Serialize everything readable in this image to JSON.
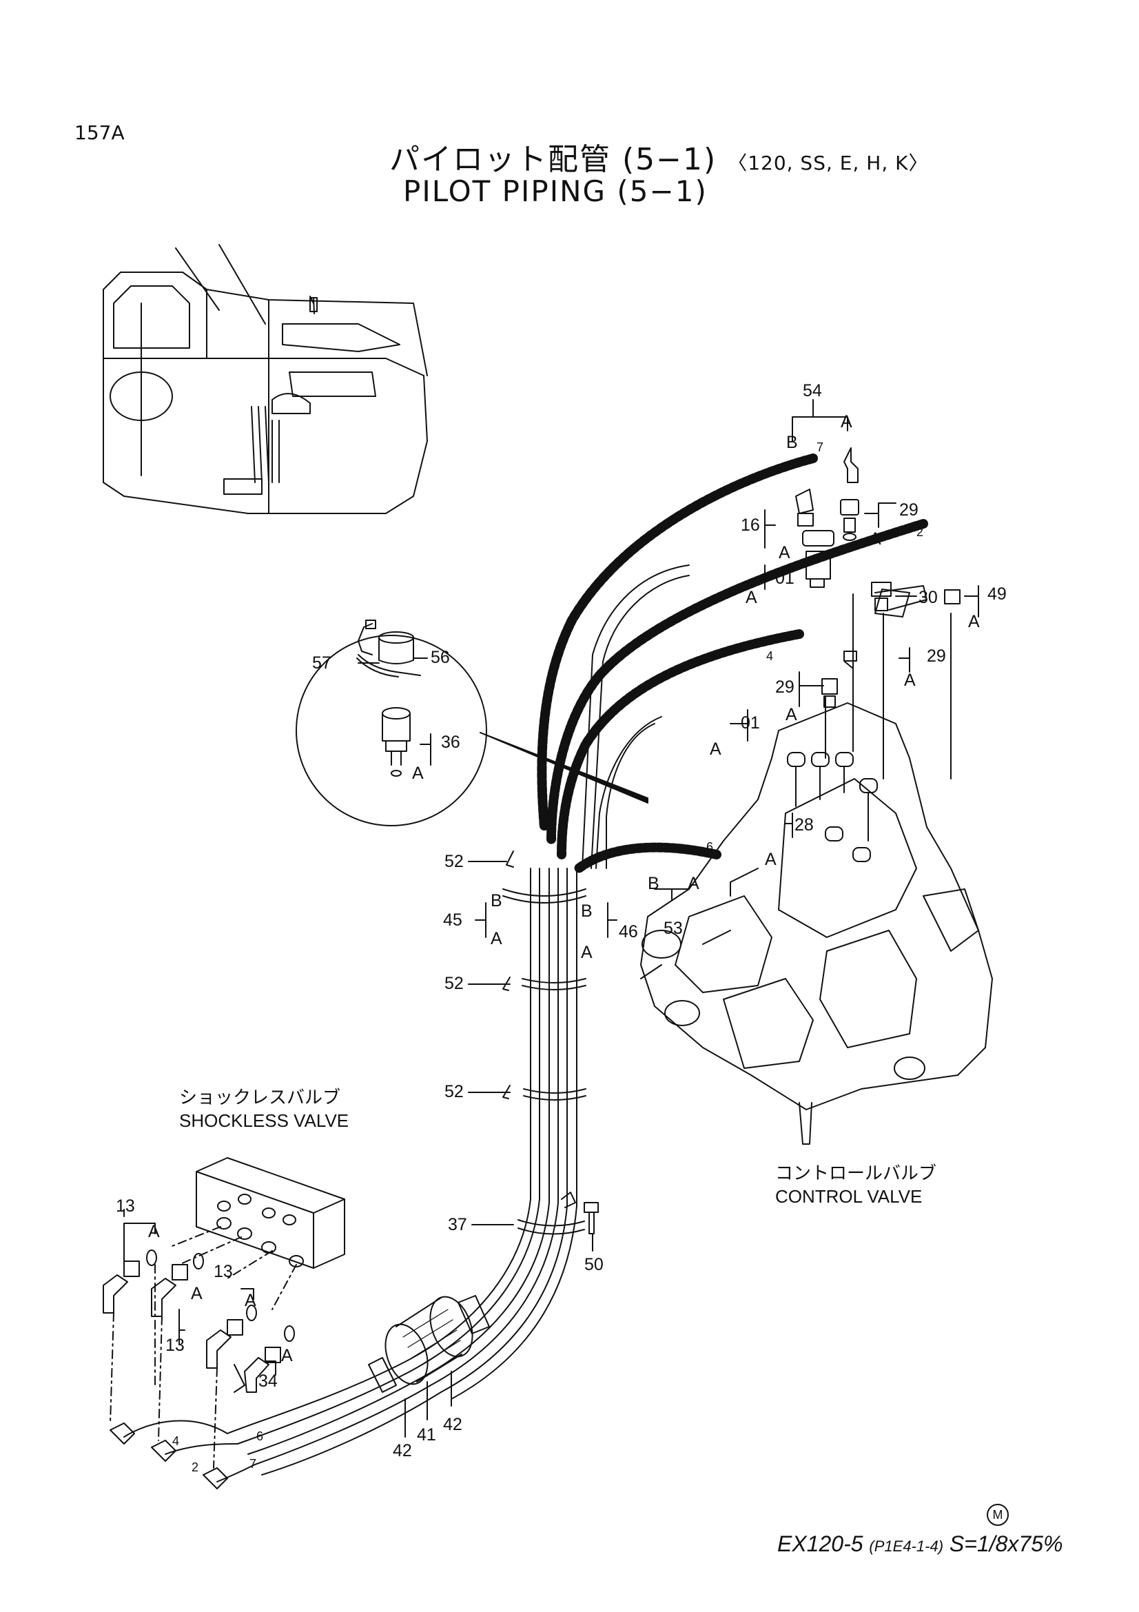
{
  "page": {
    "number": "157A"
  },
  "title": {
    "japanese": "パイロット配管 (5−1)",
    "variants": "〈120, SS, E, H, K〉",
    "english": "PILOT PIPING (5−1)"
  },
  "labels": {
    "shockless_valve_jp": "ショックレスバルブ",
    "shockless_valve_en": "SHOCKLESS VALVE",
    "control_valve_jp": "コントロールバルブ",
    "control_valve_en": "CONTROL VALVE"
  },
  "footer": {
    "mark": "M",
    "model": "EX120-5",
    "code": "(P1E4-1-4)",
    "scale": "S=1/8x75%"
  },
  "callouts": {
    "c54": "54",
    "c29a": "29",
    "c16": "16",
    "c01a": "01",
    "c30": "30",
    "c49": "49",
    "c29b": "29",
    "c29c": "29",
    "c01b": "01",
    "c57": "57",
    "c56": "56",
    "c36": "36",
    "c28": "28",
    "c52a": "52",
    "c45": "45",
    "c46": "46",
    "c53": "53",
    "c52b": "52",
    "c52c": "52",
    "c37": "37",
    "c50": "50",
    "c13a": "13",
    "c13b": "13",
    "c13c": "13",
    "c34": "34",
    "c42a": "42",
    "c41": "41",
    "c42b": "42"
  },
  "letters": {
    "A": "A",
    "B": "B"
  },
  "hose_marks": {
    "h7": "7",
    "h2": "2",
    "h4": "4",
    "h6": "6"
  }
}
